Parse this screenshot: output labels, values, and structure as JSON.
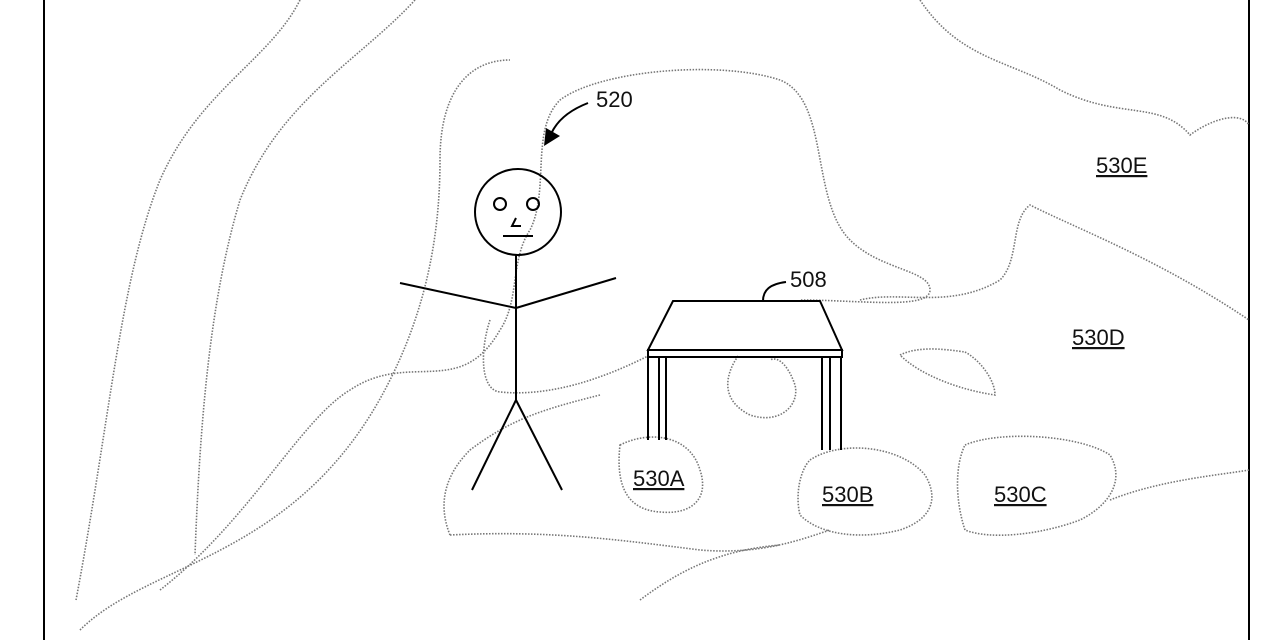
{
  "labels": {
    "person": "520",
    "table": "508",
    "region_a": "530A",
    "region_b": "530B",
    "region_c": "530C",
    "region_d": "530D",
    "region_e": "530E"
  }
}
